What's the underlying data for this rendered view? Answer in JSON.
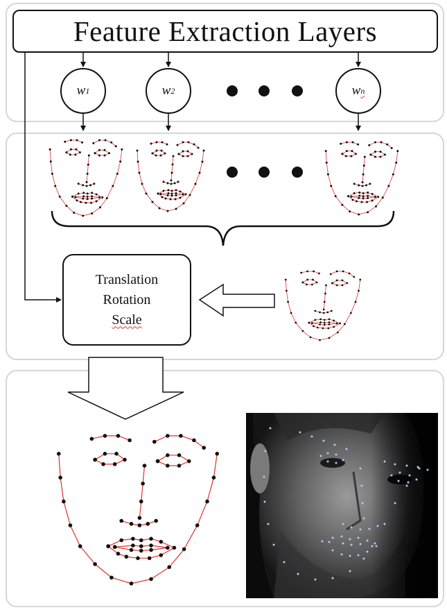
{
  "header": {
    "title": "Feature Extraction Layers"
  },
  "weights": [
    {
      "base": "w",
      "sub": "1"
    },
    {
      "base": "w",
      "sub": "2"
    },
    {
      "base": "w",
      "sub": "n"
    }
  ],
  "transform": {
    "line1": "Translation",
    "line2": "Rotation",
    "line3": "Scale"
  },
  "colors": {
    "landmark_line": "#e0302a",
    "landmark_point": "#111111",
    "photo_point": "#b9c3ff"
  },
  "icons": [
    "ellipsis-dots",
    "curly-brace",
    "hollow-arrow-left",
    "hollow-arrow-down"
  ]
}
